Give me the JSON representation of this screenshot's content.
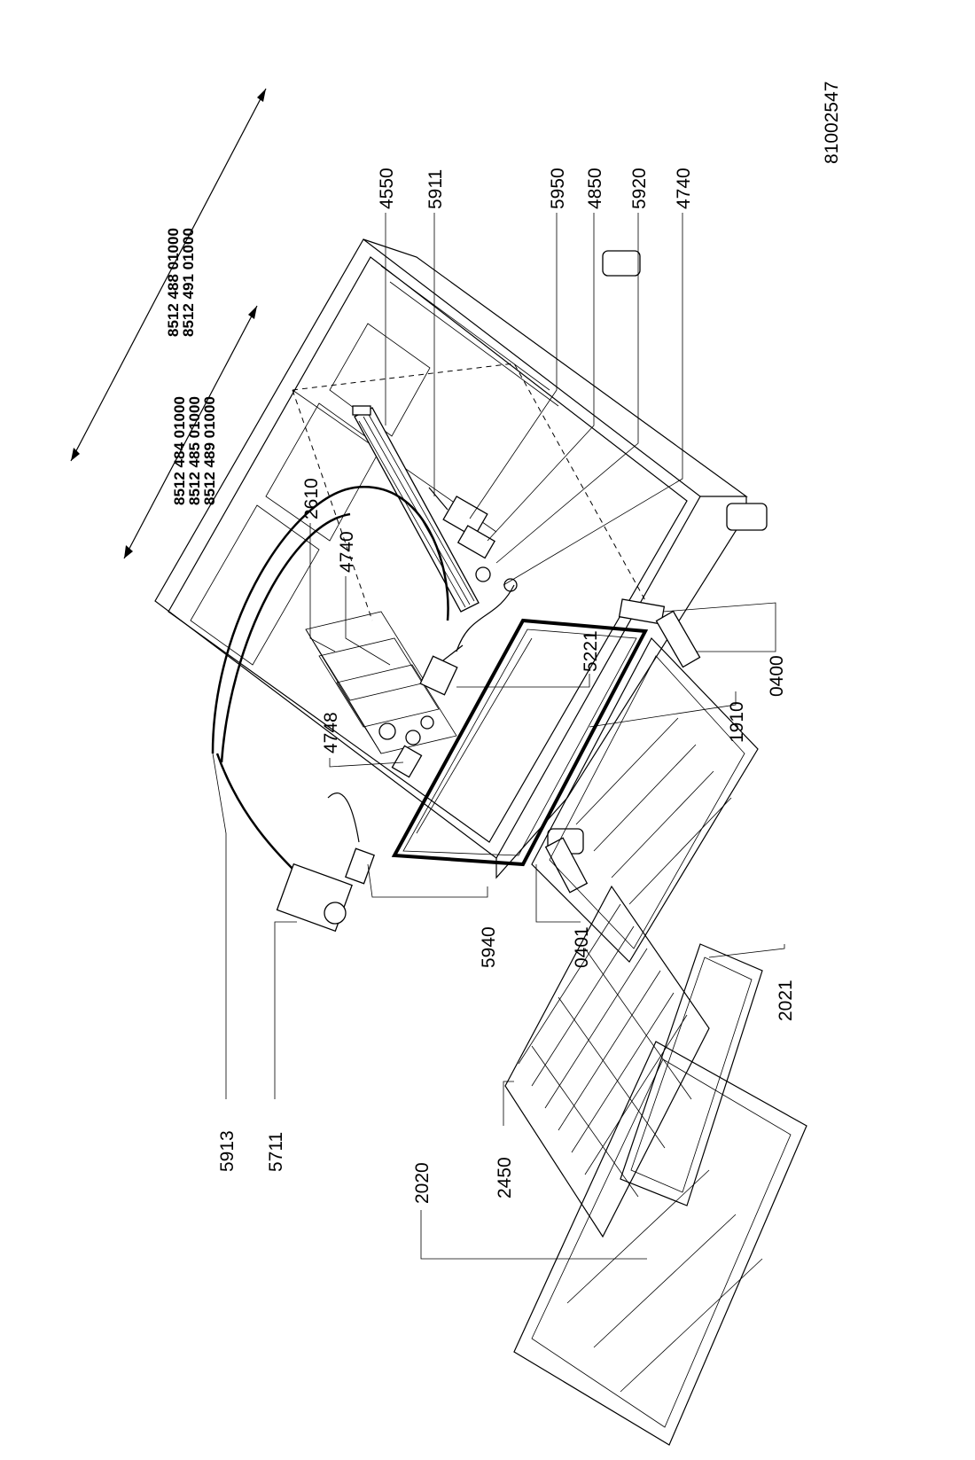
{
  "document_number": "81002547",
  "models": {
    "group_a": [
      "8512 484 01000",
      "8512 485 01000",
      "8512 489 01000"
    ],
    "group_b": [
      "8512 488 01000",
      "8512 491 01000"
    ]
  },
  "callouts": {
    "c4550": "4550",
    "c5911": "5911",
    "c5950": "5950",
    "c4850": "4850",
    "c5920": "5920",
    "c4740_right": "4740",
    "c2610": "2610",
    "c4740_center": "4740",
    "c4748": "4748",
    "c5221": "5221",
    "c1910": "1910",
    "c0400": "0400",
    "c5940": "5940",
    "c0401": "0401",
    "c2021": "2021",
    "c5913": "5913",
    "c5711": "5711",
    "c2020": "2020",
    "c2450": "2450"
  }
}
